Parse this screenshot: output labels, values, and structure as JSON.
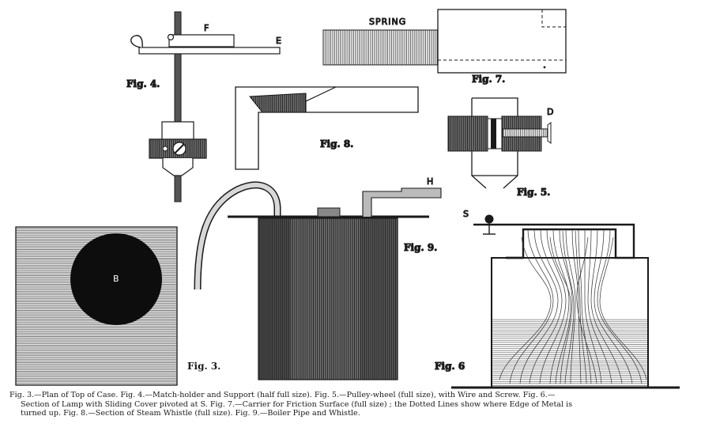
{
  "labels": {
    "fig3": "Fig. 3.",
    "fig4": "Fig. 4.",
    "fig5": "Fig. 5.",
    "fig6": "Fig. 6",
    "fig7": "Fig. 7.",
    "fig8": "Fig. 8.",
    "fig9": "Fig. 9.",
    "spring": "SPRING",
    "B": "B",
    "F": "F",
    "E": "E",
    "D": "D",
    "H": "H",
    "S": "S"
  },
  "caption": {
    "line1": "Fig. 3.—Plan of Top of Case.  Fig. 4.—Match-holder and Support (half full size).  Fig. 5.—Pulley-wheel (full size), with Wire and Screw.  Fig. 6.—",
    "line2": "Section of Lamp with Sliding Cover pivoted at S.  Fig. 7.—Carrier for Friction Surface (full size) ; the Dotted Lines show where Edge of Metal is",
    "line3": "turned up.  Fig. 8.—Section of Steam Whistle (full size).  Fig. 9.—Boiler Pipe and Whistle."
  }
}
